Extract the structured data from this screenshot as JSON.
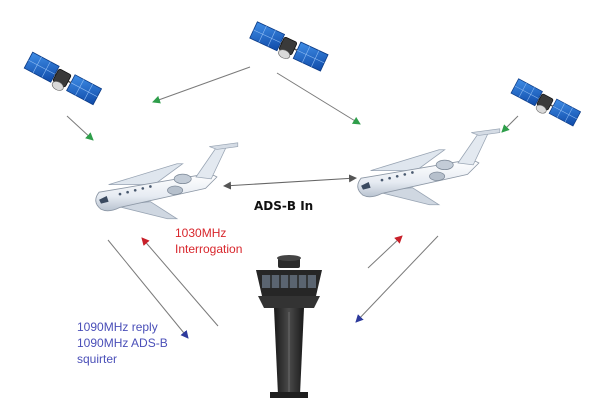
{
  "labels": {
    "adsb_in": "ADS-B In",
    "interrogation_freq": "1030MHz",
    "interrogation": "Interrogation",
    "reply": "1090MHz reply",
    "squitter_freq": "1090MHz ADS-B",
    "squitter": "squirter"
  },
  "colors": {
    "green_arrow": "#2e9e4a",
    "gray_line": "#7a7a7a",
    "red_arrow": "#c8202a",
    "blue_arrow": "#2d3a9c",
    "red_text": "#d8262c",
    "blue_text": "#4a4fb8",
    "panel_blue": "#1e63c4",
    "tower_dark": "#2b2b2b"
  },
  "icons": [
    "satellite-icon",
    "airplane-icon",
    "control-tower-icon"
  ]
}
